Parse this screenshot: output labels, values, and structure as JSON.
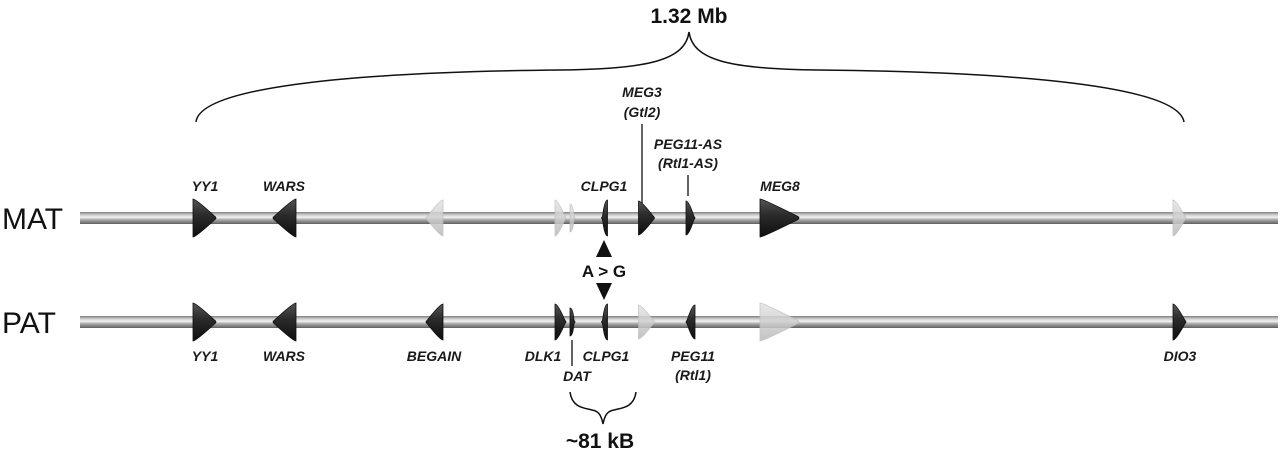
{
  "scale": {
    "total_span": "1.32 Mb",
    "sub_span": "~81 kB"
  },
  "alleles": {
    "maternal": "MAT",
    "paternal": "PAT"
  },
  "snp": {
    "label": "A > G"
  },
  "labels": {
    "mat": [
      {
        "text": "YY1"
      },
      {
        "text": "WARS"
      },
      {
        "text": "CLPG1"
      },
      {
        "text": "MEG3"
      },
      {
        "text": "(Gtl2)"
      },
      {
        "text": "PEG11-AS"
      },
      {
        "text": "(Rtl1-AS)"
      },
      {
        "text": "MEG8"
      }
    ],
    "pat": [
      {
        "text": "YY1"
      },
      {
        "text": "WARS"
      },
      {
        "text": "BEGAIN"
      },
      {
        "text": "DLK1"
      },
      {
        "text": "DAT"
      },
      {
        "text": "CLPG1"
      },
      {
        "text": "PEG11"
      },
      {
        "text": "(Rtl1)"
      },
      {
        "text": "DIO3"
      }
    ]
  },
  "genes": {
    "mat": [
      {
        "gene": "YY1",
        "strand": "+",
        "expressed": true
      },
      {
        "gene": "WARS",
        "strand": "-",
        "expressed": true
      },
      {
        "gene": "BEGAIN",
        "strand": "-",
        "expressed": false
      },
      {
        "gene": "DLK1",
        "strand": "+",
        "expressed": false
      },
      {
        "gene": "DAT",
        "strand": "+",
        "expressed": false
      },
      {
        "gene": "CLPG1",
        "strand": "-",
        "expressed": true
      },
      {
        "gene": "MEG3",
        "strand": "+",
        "expressed": true
      },
      {
        "gene": "PEG11-AS",
        "strand": "+",
        "expressed": true
      },
      {
        "gene": "MEG8",
        "strand": "+",
        "expressed": true
      },
      {
        "gene": "DIO3",
        "strand": "+",
        "expressed": false
      }
    ],
    "pat": [
      {
        "gene": "YY1",
        "strand": "+",
        "expressed": true
      },
      {
        "gene": "WARS",
        "strand": "-",
        "expressed": true
      },
      {
        "gene": "BEGAIN",
        "strand": "-",
        "expressed": true
      },
      {
        "gene": "DLK1",
        "strand": "+",
        "expressed": true
      },
      {
        "gene": "DAT",
        "strand": "+",
        "expressed": true
      },
      {
        "gene": "CLPG1",
        "strand": "-",
        "expressed": true
      },
      {
        "gene": "MEG3",
        "strand": "+",
        "expressed": false
      },
      {
        "gene": "PEG11",
        "strand": "-",
        "expressed": true
      },
      {
        "gene": "MEG8",
        "strand": "+",
        "expressed": false
      },
      {
        "gene": "DIO3",
        "strand": "+",
        "expressed": true
      }
    ]
  }
}
